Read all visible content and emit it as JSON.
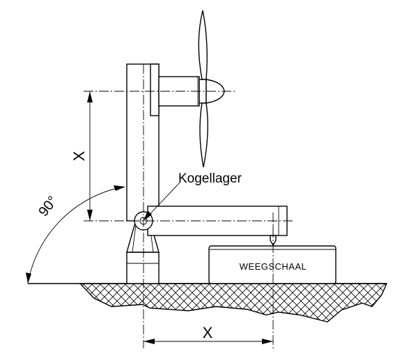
{
  "labels": {
    "bearing": "Kogellager",
    "scale": "WEEGSCHAAL",
    "dim_vertical": "X",
    "dim_horizontal": "X",
    "angle": "90°"
  },
  "colors": {
    "line": "#000000",
    "background": "#ffffff"
  }
}
